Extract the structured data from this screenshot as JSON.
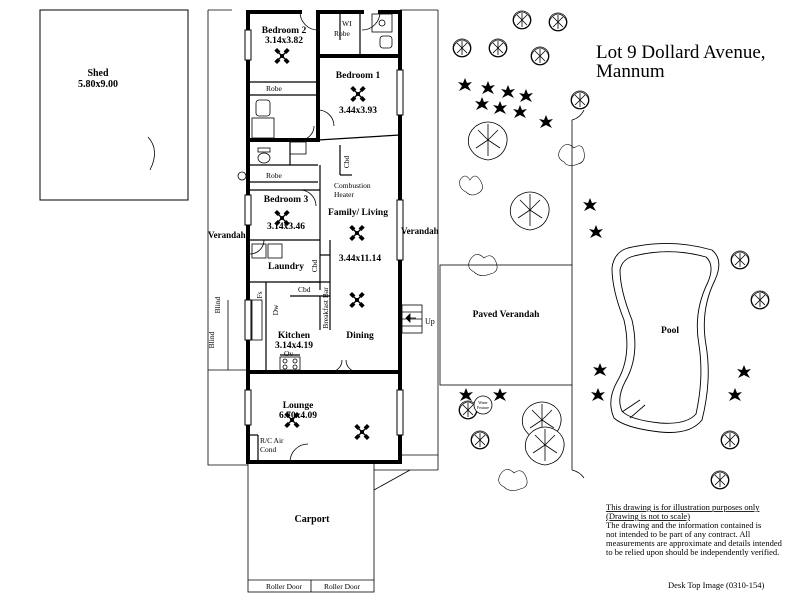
{
  "title": {
    "line1": "Lot 9 Dollard Avenue,",
    "line2": "Mannum"
  },
  "rooms": {
    "shed": {
      "name": "Shed",
      "size": "5.80x9.00"
    },
    "bedroom2": {
      "name": "Bedroom 2",
      "size": "3.14x3.82"
    },
    "bedroom1": {
      "name": "Bedroom 1",
      "size": "3.44x3.93"
    },
    "bedroom3": {
      "name": "Bedroom 3",
      "size": "3.14x3.46"
    },
    "family": {
      "name": "Family/ Living",
      "size": "3.44x11.14"
    },
    "kitchen": {
      "name": "Kitchen",
      "size": "3.14x4.19"
    },
    "dining": {
      "name": "Dining"
    },
    "lounge": {
      "name": "Lounge",
      "size": "6.70x4.09"
    },
    "laundry": {
      "name": "Laundry"
    },
    "carport": {
      "name": "Carport"
    },
    "paved_verandah": {
      "name": "Paved Verandah"
    },
    "pool": {
      "name": "Pool"
    }
  },
  "fixtures": {
    "wi_robe_1": "WI",
    "wi_robe_2": "Robe",
    "robe_top": "Robe",
    "robe_mid": "Robe",
    "cbd_hall": "Cbd",
    "cbd_laundry": "Cbd",
    "cbd_kitchen": "Cbd",
    "combustion_1": "Combustion",
    "combustion_2": "Heater",
    "breakfast_bar": "Breakfast Bar",
    "fs": "Fs",
    "dw": "Dw",
    "ov": "Ov",
    "rc_air_1": "R/C Air",
    "rc_air_2": "Cond",
    "up": "Up",
    "verandah_left": "Verandah",
    "verandah_right": "Verandah",
    "blind_1": "Blind",
    "blind_2": "Blind",
    "roller_door_1": "Roller Door",
    "roller_door_2": "Roller Door",
    "water_feature_1": "Water",
    "water_feature_2": "Feature"
  },
  "disclaimer": {
    "line1": "This drawing is for illustration purposes only",
    "line2": "(Drawing is not to scale)",
    "line3": "The drawing and the information contained is",
    "line4": "not intended to be part of any contract.  All",
    "line5": "measurements are approximate and details intended",
    "line6": "to be relied upon should be independently verified."
  },
  "footer": "Desk Top Image  (0310-154)"
}
